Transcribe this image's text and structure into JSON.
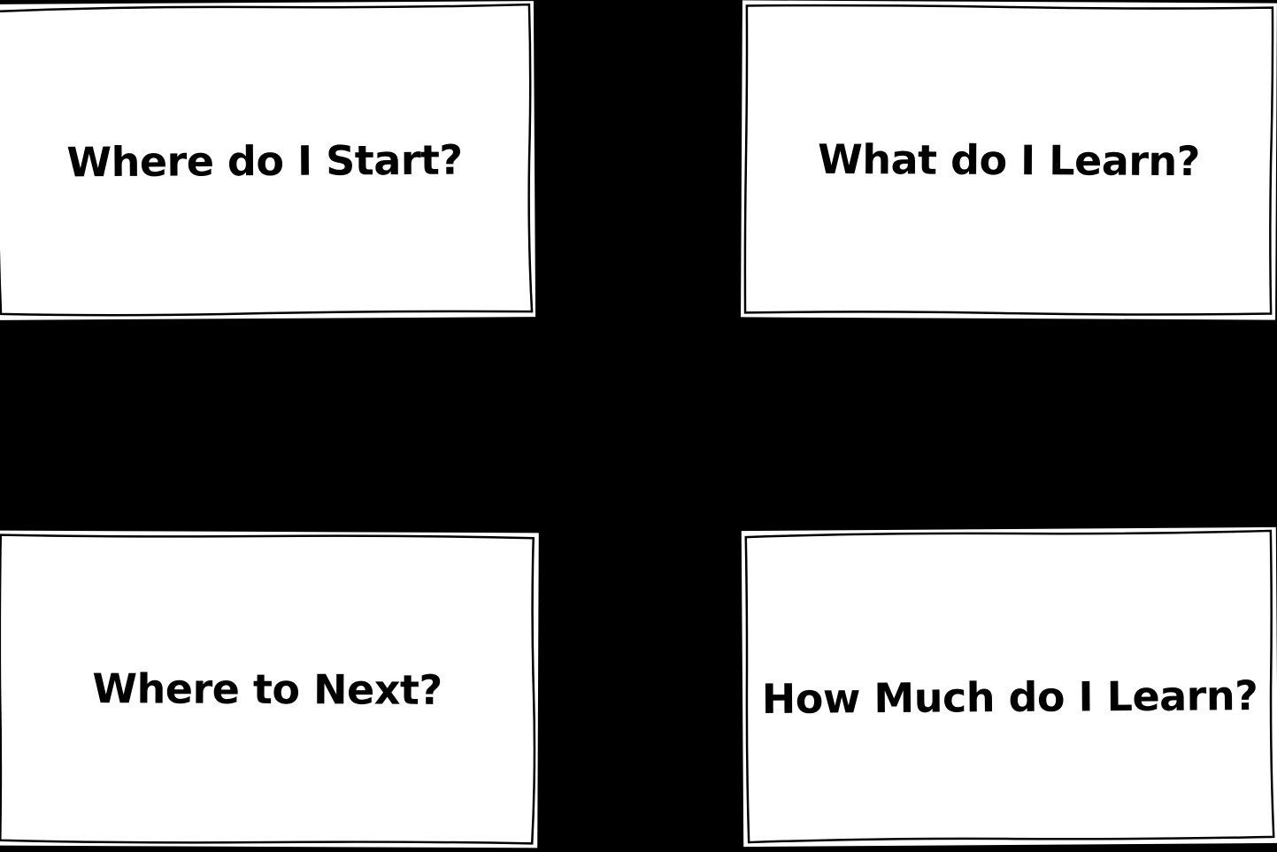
{
  "page": {
    "background": "#000000"
  },
  "colors": {
    "card_background": "#ffffff",
    "card_border": "#000000",
    "text": "#000000"
  },
  "cards": [
    {
      "id": "top-left",
      "label": "Where do I Start?"
    },
    {
      "id": "top-right",
      "label": "What do I Learn?"
    },
    {
      "id": "bottom-left",
      "label": "Where to Next?"
    },
    {
      "id": "bottom-right",
      "label": "How Much do I Learn?"
    }
  ]
}
